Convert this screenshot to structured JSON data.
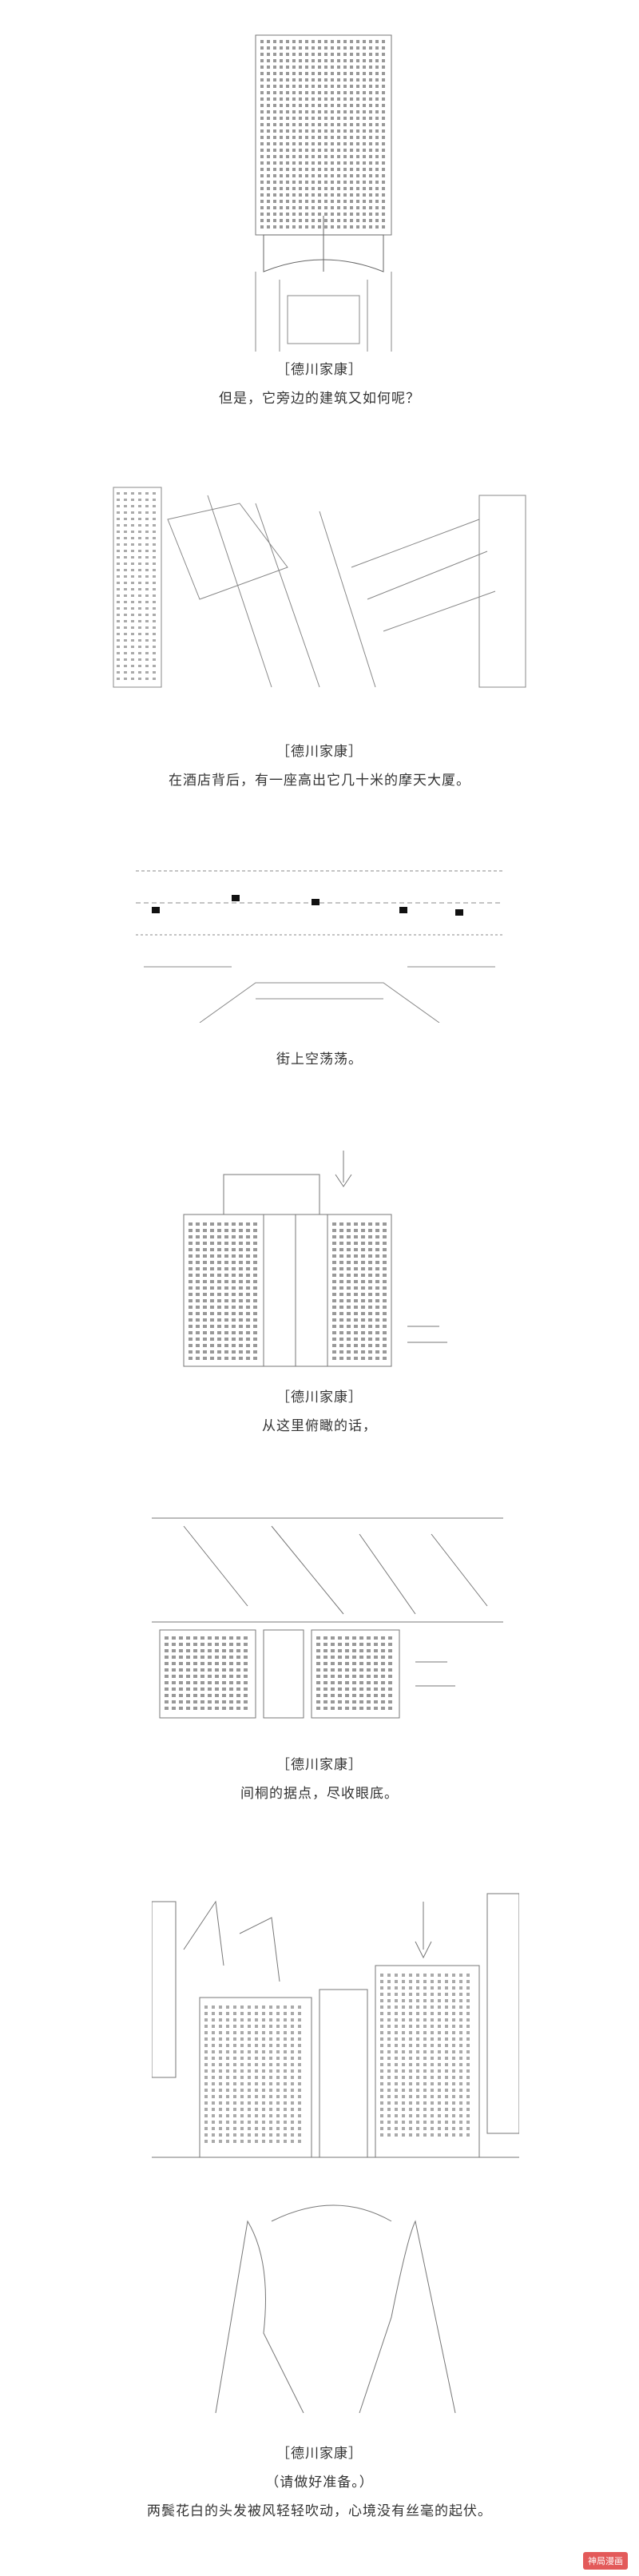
{
  "panels": [
    {
      "speaker": "［德川家康］",
      "caption": "但是，它旁边的建筑又如何呢？"
    },
    {
      "speaker": "［德川家康］",
      "caption": "在酒店背后，有一座高出它几十米的摩天大厦。"
    },
    {
      "speaker": "",
      "caption": "街上空荡荡。"
    },
    {
      "speaker": "［德川家康］",
      "caption": "从这里俯瞰的话，"
    },
    {
      "speaker": "［德川家康］",
      "caption": "间桐的据点，尽收眼底。"
    },
    {
      "speaker": "［德川家康］",
      "caption": "（请做好准备。）",
      "caption2": "两鬓花白的头发被风轻轻吹动，心境没有丝毫的起伏。"
    }
  ],
  "watermark": "神局漫画",
  "colors": {
    "ink": "#444444",
    "watermark_bg": "#e35a5a"
  }
}
